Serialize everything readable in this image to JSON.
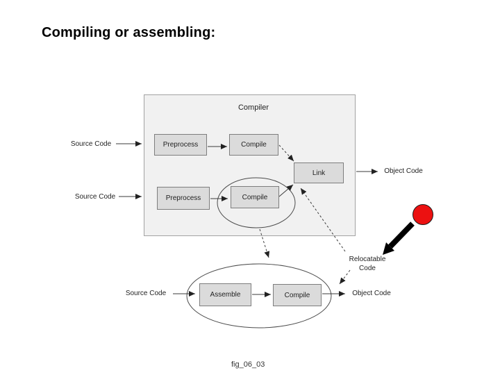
{
  "slide": {
    "title": "Compiling or assembling:",
    "figure_caption": "fig_06_03"
  },
  "diagram": {
    "compiler_container_label": "Compiler",
    "nodes": {
      "preprocess_top": "Preprocess",
      "compile_top": "Compile",
      "link": "Link",
      "preprocess_mid": "Preprocess",
      "compile_mid": "Compile",
      "assemble": "Assemble",
      "compile_bottom": "Compile"
    },
    "io_labels": {
      "source_top": "Source Code",
      "source_mid": "Source Code",
      "source_bottom": "Source Code",
      "object_top": "Object Code",
      "object_bottom": "Object Code",
      "relocatable_line1": "Relocatable",
      "relocatable_line2": "Code"
    },
    "colors": {
      "node_fill": "#dbdbdb",
      "node_border": "#7d7d7d",
      "container_fill": "#f1f1f1",
      "container_border": "#a2a2a2",
      "connector": "#3a3a3a",
      "annotation_circle_fill": "#ec1111",
      "annotation_arrow": "#000000"
    }
  }
}
